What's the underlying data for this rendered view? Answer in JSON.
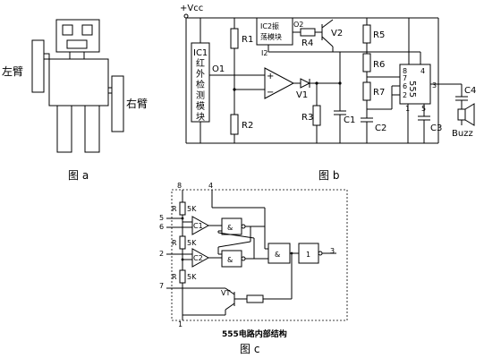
{
  "figure_a": {
    "left_arm": "左臂",
    "right_arm": "右臂",
    "caption": "图 a"
  },
  "figure_b": {
    "vcc": "+Vcc",
    "ic1": [
      "IC1",
      "红",
      "外",
      "检",
      "测",
      "模",
      "块"
    ],
    "ic2_line1": "IC2振",
    "ic2_line2": "荡模块",
    "o1": "O1",
    "o2": "O2",
    "i2": "I2",
    "r1": "R1",
    "r2": "R2",
    "r3": "R3",
    "r4": "R4",
    "r5": "R5",
    "r6": "R6",
    "r7": "R7",
    "v1": "V1",
    "v2": "V2",
    "c1": "C1",
    "c2": "C2",
    "c3": "C3",
    "c4": "C4",
    "plus": "+",
    "minus": "−",
    "chip": "555",
    "pin8": "8",
    "pin4": "4",
    "pin7": "7",
    "pin6": "6",
    "pin2": "2",
    "pin3": "3",
    "pin1": "1",
    "pin5": "5",
    "buzz": "Buzz",
    "caption": "图 b"
  },
  "figure_c": {
    "pin8": "8",
    "pin4": "4",
    "pin5": "5",
    "pin6": "6",
    "pin2": "2",
    "pin7": "7",
    "pin1": "1",
    "pin3": "3",
    "r_label": "R",
    "k5": "5K",
    "c1": "C1",
    "c2": "C2",
    "and": "&",
    "one": "1",
    "vt": "VT",
    "title": "555电路内部结构",
    "caption": "图 c"
  }
}
